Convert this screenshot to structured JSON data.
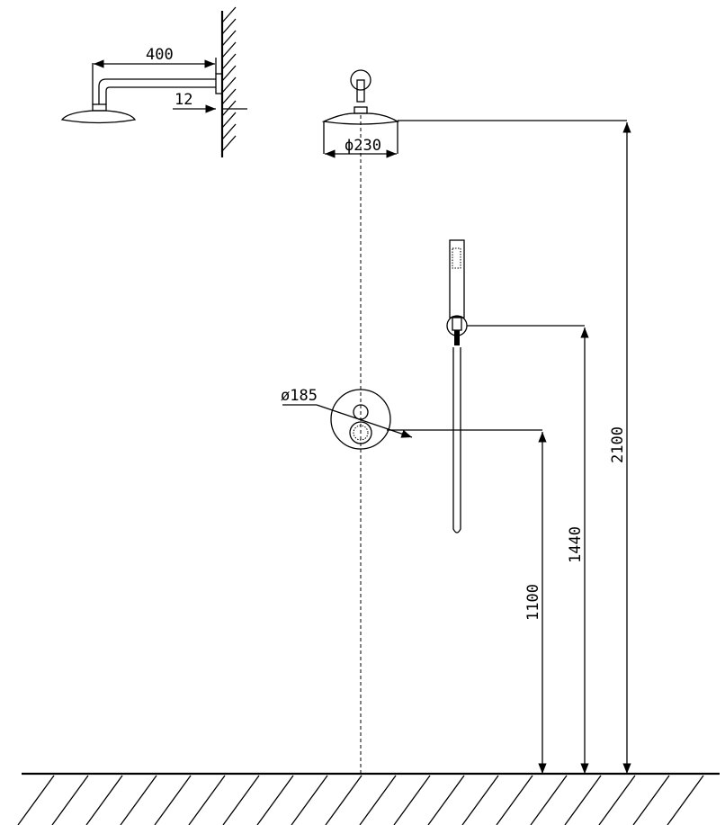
{
  "dimensions": {
    "arm_length": "400",
    "arm_offset": "12",
    "head_diameter": "ϕ230",
    "plate_diameter": "ø185",
    "valve_height": "1100",
    "handshower_height": "1440",
    "head_height": "2100"
  }
}
